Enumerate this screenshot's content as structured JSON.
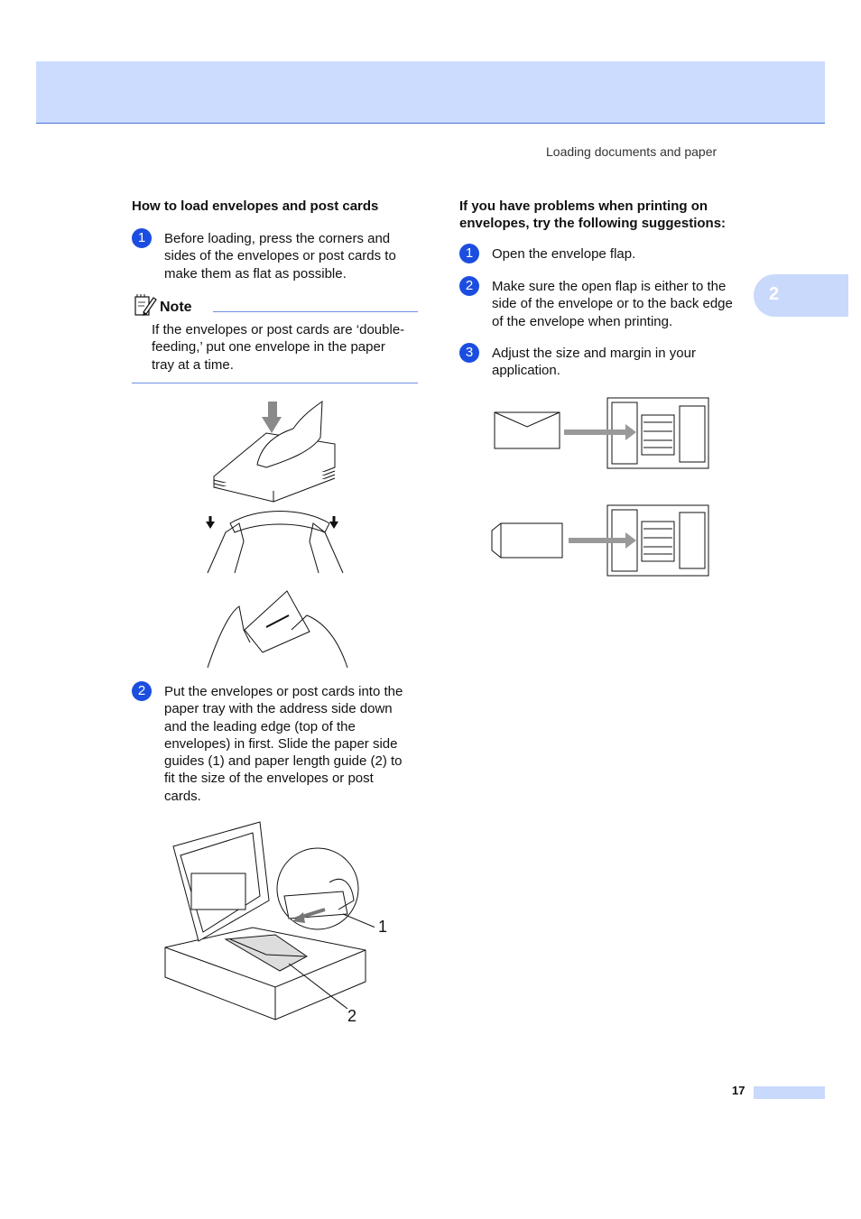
{
  "header": {
    "running_head": "Loading documents and paper",
    "chapter_number": "2"
  },
  "left_column": {
    "heading": "How to load envelopes and post cards",
    "step1": {
      "number": "1",
      "lines": [
        "Before loading, press the corners and",
        "sides of the envelopes or post cards to",
        "make them as flat as possible."
      ]
    },
    "note": {
      "title": "Note",
      "lines": [
        "If the envelopes or post cards are ‘double-",
        "feeding,’ put one envelope in the paper",
        "tray at a time."
      ]
    },
    "step2": {
      "number": "2",
      "lines": [
        "Put the envelopes or post cards into the",
        "paper tray with the address side down",
        "and the leading edge (top of the",
        "envelopes) in first. Slide the paper side",
        "guides (1) and paper length guide (2) to",
        "fit the size of the envelopes or post",
        "cards."
      ]
    },
    "figure_callouts": [
      "1",
      "2"
    ]
  },
  "right_column": {
    "heading_lines": [
      "If you have problems when printing on",
      "envelopes, try the following suggestions:"
    ],
    "steps": [
      {
        "number": "1",
        "lines": [
          "Open the envelope flap."
        ]
      },
      {
        "number": "2",
        "lines": [
          "Make sure the open flap is either to the",
          "side of the envelope or to the back edge",
          "of the envelope when printing."
        ]
      },
      {
        "number": "3",
        "lines": [
          "Adjust the size and margin in your",
          "application."
        ]
      }
    ]
  },
  "footer": {
    "page_number": "17"
  },
  "colors": {
    "accent": "#1b4de0",
    "band": "#cbdcff",
    "tab": "#c9d9fb",
    "rule": "#6e8fe0"
  }
}
